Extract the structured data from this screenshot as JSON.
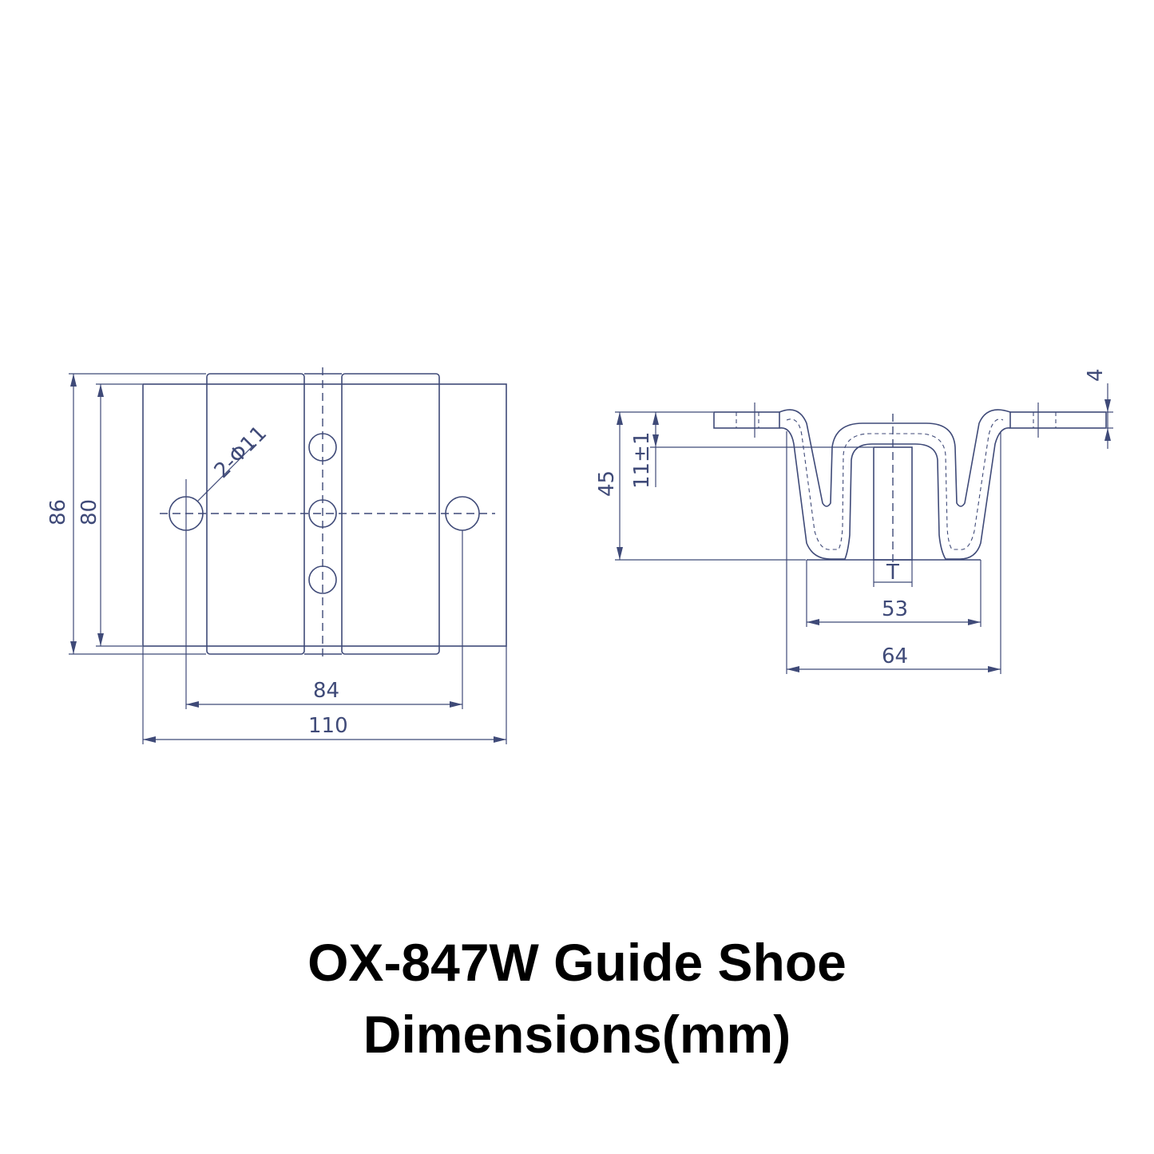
{
  "title": {
    "line1": "OX-847W  Guide Shoe",
    "line2": "Dimensions(mm)"
  },
  "front_view": {
    "dim_total_height": "86",
    "dim_inner_height": "80",
    "dim_hole_spacing": "84",
    "dim_total_width": "110",
    "dim_holes": "2-Φ11"
  },
  "side_view": {
    "dim_height": "45",
    "dim_insert_depth": "11±1",
    "dim_thickness": "4",
    "dim_slot": "T",
    "dim_inner_width": "53",
    "dim_outer_width": "64"
  },
  "colors": {
    "line": "#3f4a78",
    "title": "#000000",
    "background": "#ffffff"
  }
}
